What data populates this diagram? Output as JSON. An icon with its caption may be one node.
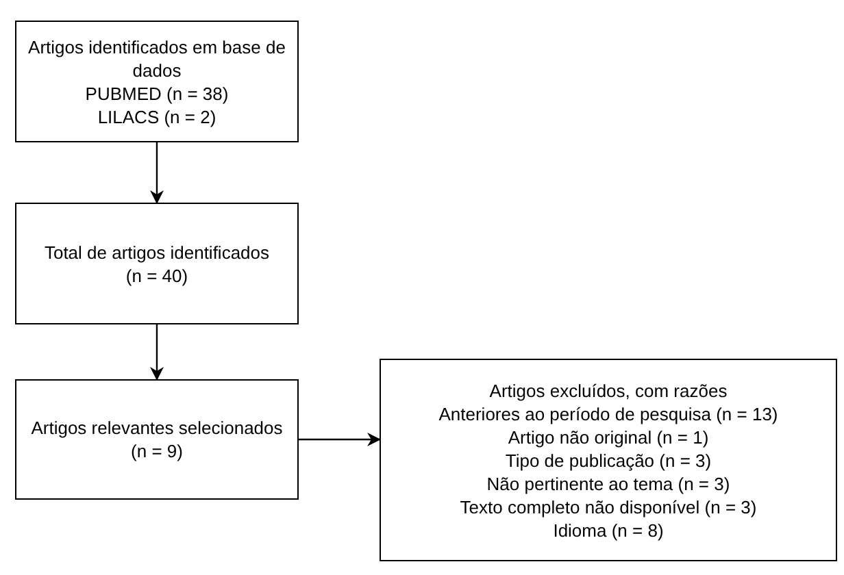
{
  "diagram": {
    "nodes": [
      {
        "text": [
          "Artigos identificados em base de dados",
          "PUBMED (n = 38)",
          "LILACS (n = 2)"
        ]
      },
      {
        "text": [
          "Total de artigos identificados",
          "(n = 40)"
        ]
      },
      {
        "text": [
          "Artigos relevantes selecionados",
          "(n = 9)"
        ]
      },
      {
        "text": [
          "Artigos excluídos, com razões",
          "Anteriores ao período de pesquisa (n = 13)",
          "Artigo não original (n = 1)",
          "Tipo de publicação (n = 3)",
          "Não pertinente ao tema (n = 3)",
          "Texto completo não disponível (n = 3)",
          "Idioma (n = 8)"
        ]
      }
    ],
    "edges": [
      {
        "from": 0,
        "to": 1,
        "arrow": "to"
      },
      {
        "from": 1,
        "to": 2,
        "arrow": "to"
      },
      {
        "from": 2,
        "to": 3,
        "arrow": "to"
      }
    ]
  }
}
